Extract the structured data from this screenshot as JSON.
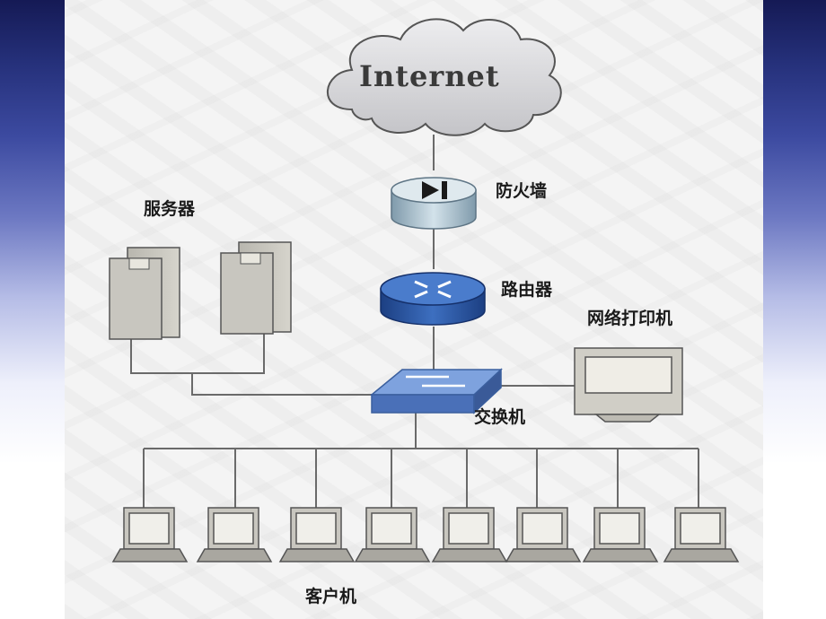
{
  "diagram": {
    "internet_label": "Internet",
    "firewall_label": "防火墙",
    "router_label": "路由器",
    "servers_label": "服务器",
    "printer_label": "网络打印机",
    "switch_label": "交换机",
    "clients_label": "客户机"
  },
  "colors": {
    "cloud": "#d7d7d9",
    "firewall": "#b9cdd8",
    "router": "#2d5fb0",
    "switch": "#6f93d4",
    "device_gray": "#c8c6bf",
    "line": "#6a6a6a"
  }
}
